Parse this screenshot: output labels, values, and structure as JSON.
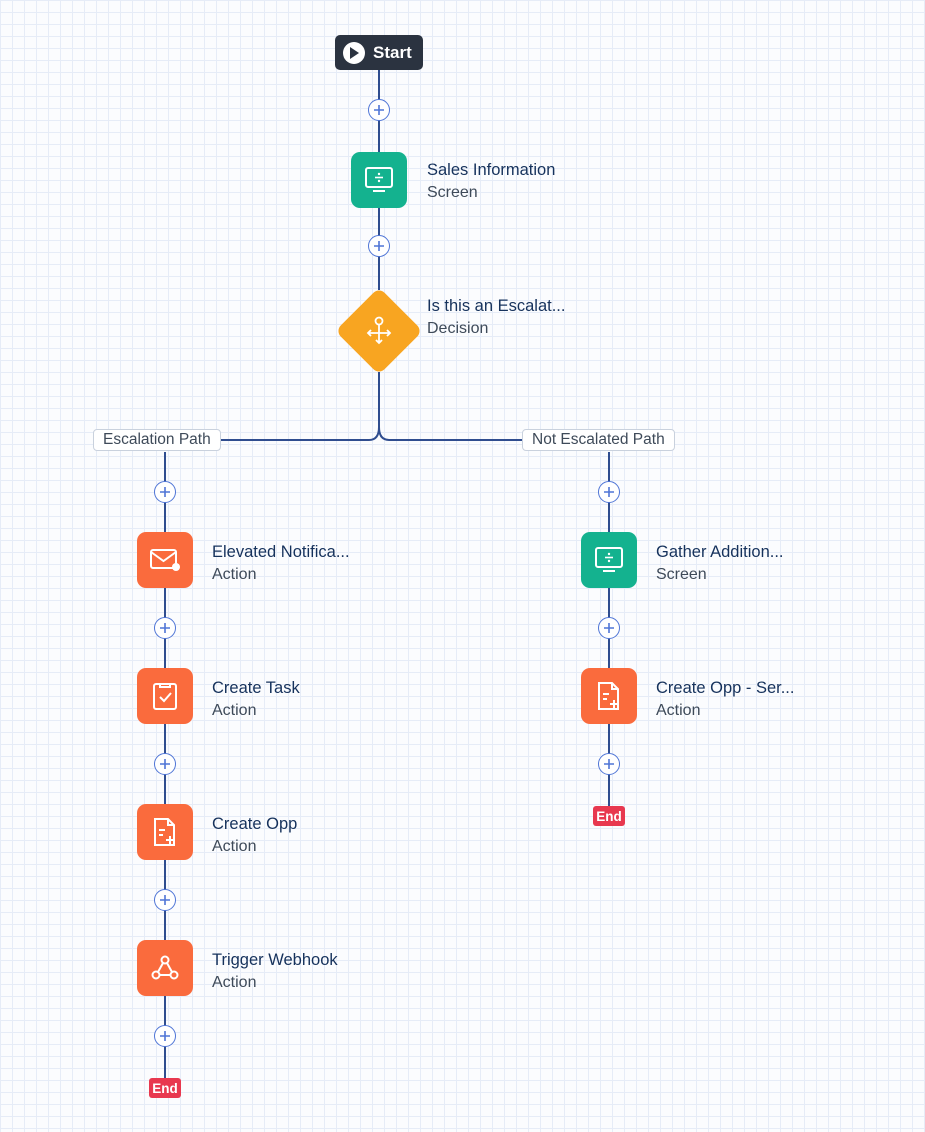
{
  "flow": {
    "start_label": "Start",
    "end_label": "End",
    "main": [
      {
        "title": "Sales Information",
        "type": "Screen",
        "icon": "screen-icon"
      },
      {
        "title": "Is this an Escalat...",
        "type": "Decision",
        "icon": "decision-icon"
      }
    ],
    "paths": [
      {
        "label": "Escalation Path",
        "nodes": [
          {
            "title": "Elevated Notifica...",
            "type": "Action",
            "icon": "email-icon"
          },
          {
            "title": "Create Task",
            "type": "Action",
            "icon": "task-icon"
          },
          {
            "title": "Create Opp",
            "type": "Action",
            "icon": "create-record-icon"
          },
          {
            "title": "Trigger Webhook",
            "type": "Action",
            "icon": "webhook-icon"
          }
        ]
      },
      {
        "label": "Not Escalated Path",
        "nodes": [
          {
            "title": "Gather Addition...",
            "type": "Screen",
            "icon": "screen-icon"
          },
          {
            "title": "Create Opp - Ser...",
            "type": "Action",
            "icon": "create-record-icon"
          }
        ]
      }
    ]
  },
  "colors": {
    "connector": "#2f4d8f",
    "add_button": "#4f75d6",
    "screen": "#14b28f",
    "action": "#fa6b3d",
    "decision": "#f8a521",
    "start": "#2b3340",
    "end": "#e8384f"
  }
}
